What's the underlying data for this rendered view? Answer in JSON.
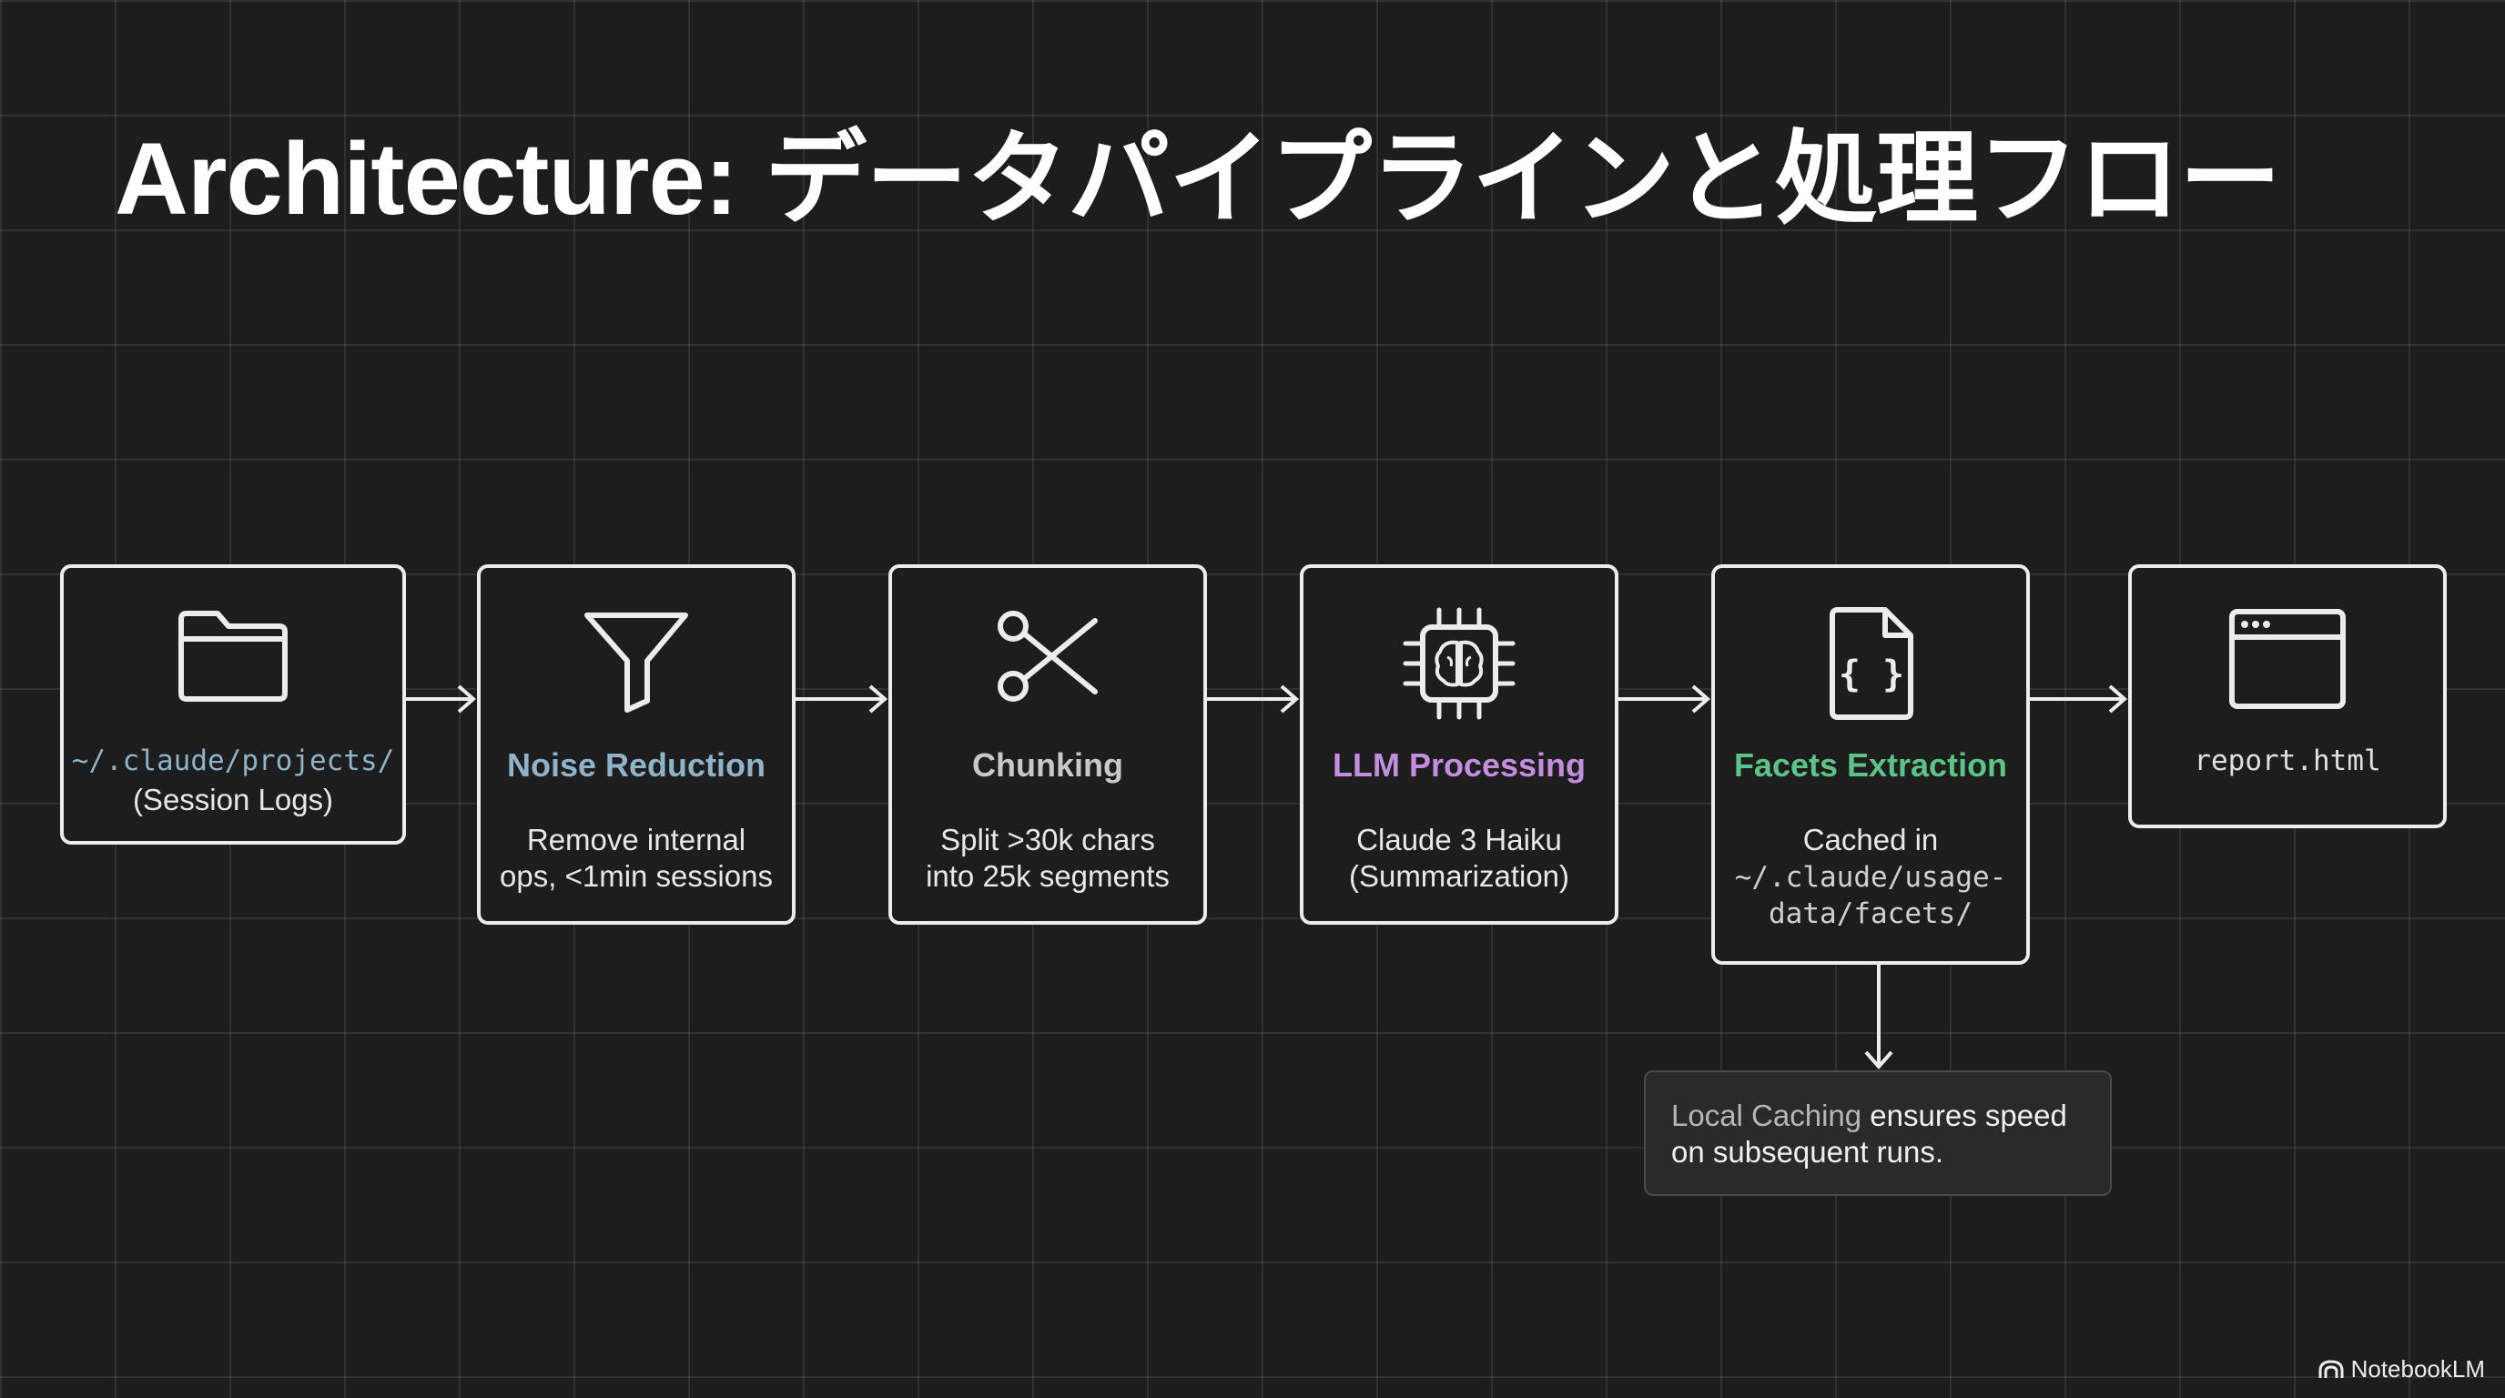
{
  "title": "Architecture: データパイプラインと処理フロー",
  "nodes": [
    {
      "id": "projects",
      "icon": "folder-icon",
      "path": "~/.claude/projects/",
      "label": "(Session Logs)"
    },
    {
      "id": "noise",
      "icon": "filter-icon",
      "heading": "Noise Reduction",
      "heading_color": "#8fb3c9",
      "line1": "Remove internal",
      "line2": "ops, <1min sessions"
    },
    {
      "id": "chunking",
      "icon": "scissors-icon",
      "heading": "Chunking",
      "heading_color": "#c8c8c8",
      "line1": "Split >30k chars",
      "line2": "into 25k segments"
    },
    {
      "id": "llm",
      "icon": "brain-chip-icon",
      "heading": "LLM Processing",
      "heading_color": "#c48ee0",
      "line1": "Claude 3 Haiku",
      "line2": "(Summarization)"
    },
    {
      "id": "facets",
      "icon": "json-file-icon",
      "heading": "Facets Extraction",
      "heading_color": "#5cc488",
      "line1": "Cached in",
      "path1": "~/.claude/usage-",
      "path2": "data/facets/"
    },
    {
      "id": "report",
      "icon": "browser-window-icon",
      "path": "report.html"
    }
  ],
  "note": {
    "highlight": "Local Caching",
    "rest": " ensures speed",
    "line2": "on subsequent runs."
  },
  "brand": "NotebookLM",
  "colors": {
    "path": "#8fb3c9",
    "box_border": "#ececec",
    "background": "#1d1d1d"
  }
}
